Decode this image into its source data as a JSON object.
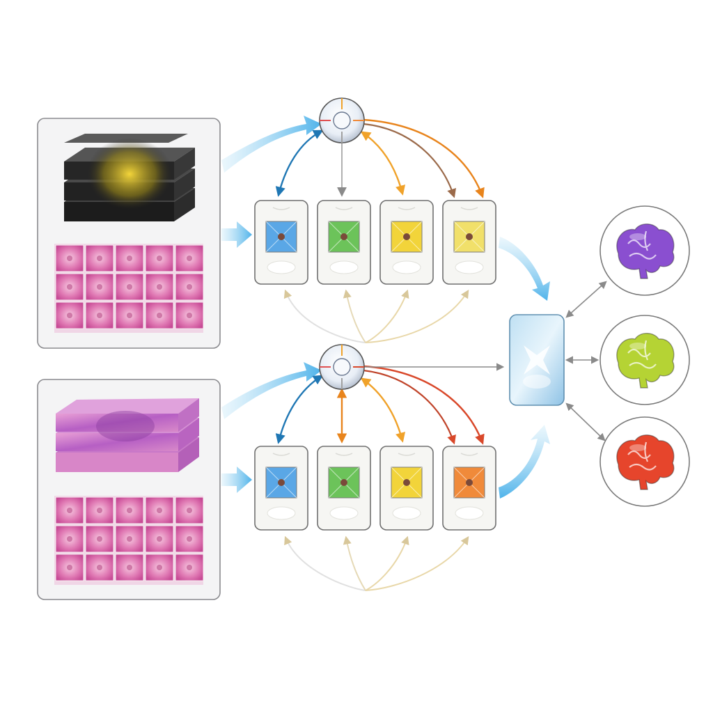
{
  "diagram": {
    "colors": {
      "background": "#ffffff",
      "flow_arrow": "#8fd0f2",
      "feature_blue": "#5aa7e6",
      "feature_green": "#6cc35a",
      "feature_yellow": "#f2d43a",
      "feature_light_yellow": "#f1e06a",
      "feature_orange": "#f08a3a",
      "arrow_blue": "#1f77b4",
      "arrow_orange": "#e8841c",
      "arrow_amber": "#f0a22a",
      "arrow_brown": "#9b6a4a",
      "arrow_red": "#d9482a",
      "fusion_box": "#a9d4ee",
      "brain_purple": "#8a4fd0",
      "brain_green": "#b5d334",
      "brain_red": "#e6452c"
    },
    "inputs": [
      {
        "stack": "dark-mri-stack",
        "tiles": "pink-histology-tiles"
      },
      {
        "stack": "pink-histology-stack",
        "tiles": "pink-histology-tiles"
      }
    ],
    "rows": [
      {
        "hub": "attention-hub",
        "features": [
          "feature_blue",
          "feature_green",
          "feature_yellow",
          "feature_light_yellow"
        ],
        "arrows": [
          "arrow_blue",
          "#b0b0b0",
          "arrow_amber",
          "arrow_orange"
        ]
      },
      {
        "hub": "attention-hub",
        "features": [
          "feature_blue",
          "feature_green",
          "feature_yellow",
          "feature_orange"
        ],
        "arrows": [
          "arrow_blue",
          "arrow_orange",
          "arrow_amber",
          "arrow_red"
        ]
      }
    ],
    "outputs": [
      {
        "icon": "brain-icon",
        "color": "brain_purple"
      },
      {
        "icon": "brain-icon",
        "color": "brain_green"
      },
      {
        "icon": "brain-icon",
        "color": "brain_red"
      }
    ]
  }
}
